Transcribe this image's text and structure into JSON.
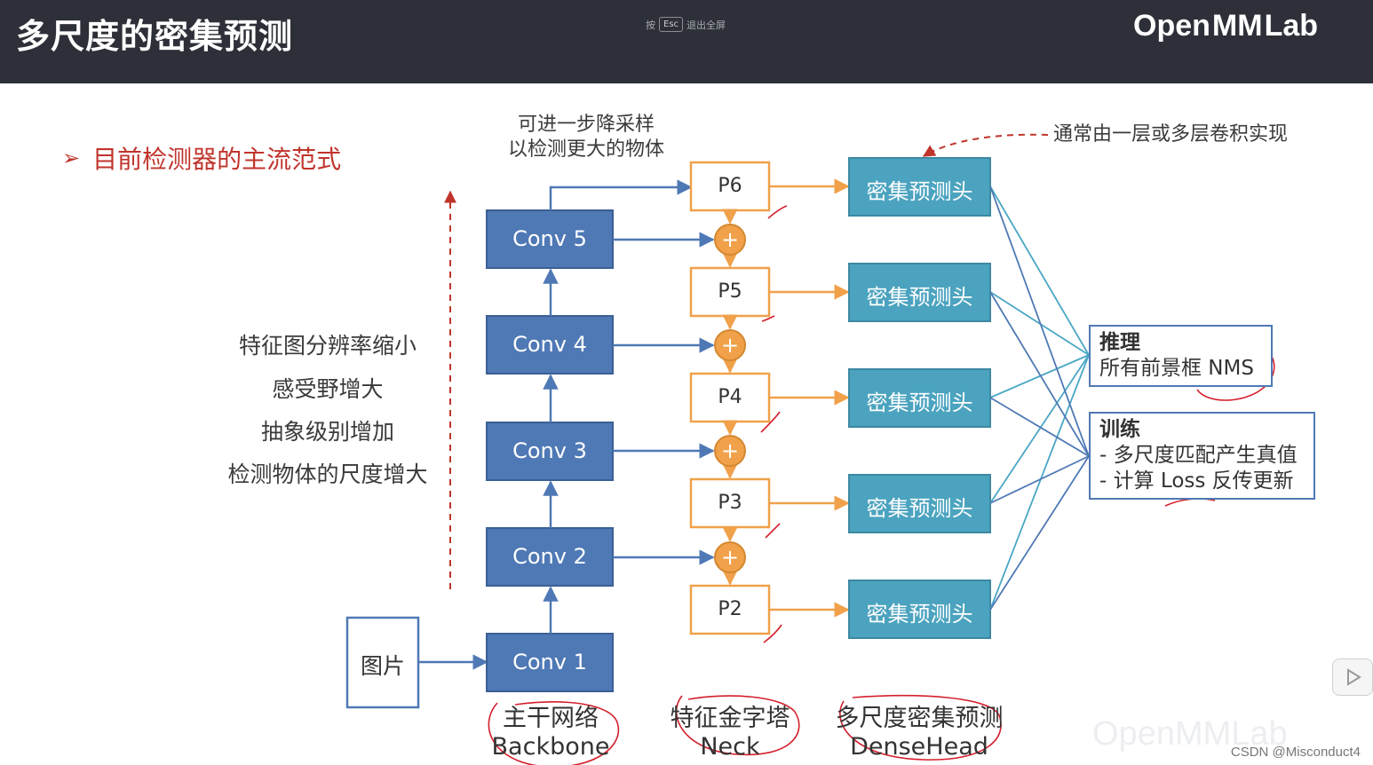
{
  "header": {
    "title": "多尺度的密集预测",
    "esc_prefix": "按",
    "esc_key": "Esc",
    "esc_suffix": "退出全屏",
    "logo_left": "Open",
    "logo_mm": "MM",
    "logo_right": "Lab"
  },
  "bullet": {
    "arrow": "➢",
    "text": "目前检测器的主流范式"
  },
  "notes": {
    "downsample_line1": "可进一步降采样",
    "downsample_line2": "以检测更大的物体",
    "conv_impl": "通常由一层或多层卷积实现"
  },
  "feature_notes": [
    "特征图分辨率缩小",
    "感受野增大",
    "抽象级别增加",
    "检测物体的尺度增大"
  ],
  "input_label": "图片",
  "backbone": [
    "Conv 1",
    "Conv 2",
    "Conv 3",
    "Conv 4",
    "Conv 5"
  ],
  "neck": [
    "P2",
    "P3",
    "P4",
    "P5",
    "P6"
  ],
  "head_label": "密集预测头",
  "plus_symbol": "+",
  "inference": {
    "title": "推理",
    "line1": "所有前景框 NMS"
  },
  "training": {
    "title": "训练",
    "line1": "- 多尺度匹配产生真值",
    "line2": "- 计算 Loss 反传更新"
  },
  "captions": {
    "backbone_cn": "主干网络",
    "backbone_en": "Backbone",
    "neck_cn": "特征金字塔",
    "neck_en": "Neck",
    "head_cn": "多尺度密集预测",
    "head_en": "DenseHead"
  },
  "watermark": "CSDN @Misconduct4",
  "ghost_logo": "OpenMMLab",
  "colors": {
    "header_bg": "#2d3038",
    "conv_fill": "#4f79b5",
    "head_fill": "#4ba3bf",
    "neck_border": "#f0a14a",
    "accent_red": "#c0342c",
    "annot_red": "#d4202c"
  }
}
